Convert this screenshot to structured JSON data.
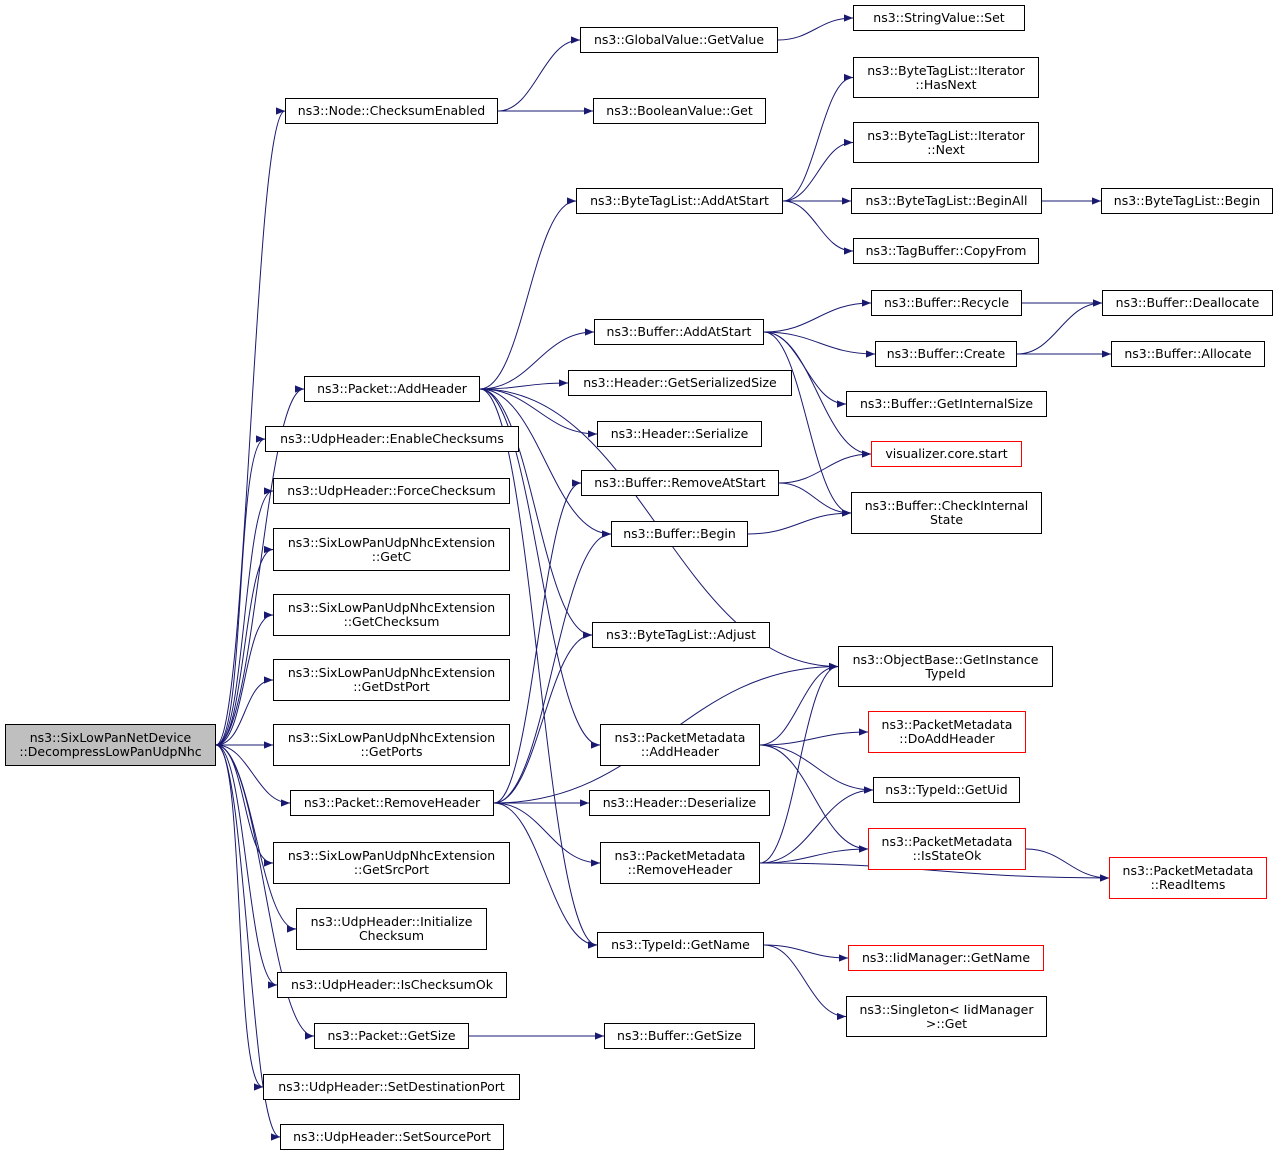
{
  "colors": {
    "edge": "#191970",
    "red_border": "#ff0000",
    "root_fill": "#bfbfbf"
  },
  "nodes": [
    {
      "id": "root",
      "label": "ns3::SixLowPanNetDevice\n::DecompressLowPanUdpNhc",
      "style": "root"
    },
    {
      "id": "checksumEnabled",
      "label": "ns3::Node::ChecksumEnabled"
    },
    {
      "id": "globalGetValue",
      "label": "ns3::GlobalValue::GetValue"
    },
    {
      "id": "stringSet",
      "label": "ns3::StringValue::Set"
    },
    {
      "id": "booleanGet",
      "label": "ns3::BooleanValue::Get"
    },
    {
      "id": "itHasNext",
      "label": "ns3::ByteTagList::Iterator\n::HasNext"
    },
    {
      "id": "itNext",
      "label": "ns3::ByteTagList::Iterator\n::Next"
    },
    {
      "id": "btlAddAtStart",
      "label": "ns3::ByteTagList::AddAtStart"
    },
    {
      "id": "btlBeginAll",
      "label": "ns3::ByteTagList::BeginAll"
    },
    {
      "id": "btlBegin",
      "label": "ns3::ByteTagList::Begin"
    },
    {
      "id": "tagCopyFrom",
      "label": "ns3::TagBuffer::CopyFrom"
    },
    {
      "id": "bufRecycle",
      "label": "ns3::Buffer::Recycle"
    },
    {
      "id": "bufDeallocate",
      "label": "ns3::Buffer::Deallocate"
    },
    {
      "id": "bufAddAtStart",
      "label": "ns3::Buffer::AddAtStart"
    },
    {
      "id": "bufCreate",
      "label": "ns3::Buffer::Create"
    },
    {
      "id": "bufAllocate",
      "label": "ns3::Buffer::Allocate"
    },
    {
      "id": "pktAddHeader",
      "label": "ns3::Packet::AddHeader"
    },
    {
      "id": "hdrGetSerSize",
      "label": "ns3::Header::GetSerializedSize"
    },
    {
      "id": "bufGetInternalSize",
      "label": "ns3::Buffer::GetInternalSize"
    },
    {
      "id": "udpEnableChecksums",
      "label": "ns3::UdpHeader::EnableChecksums"
    },
    {
      "id": "hdrSerialize",
      "label": "ns3::Header::Serialize"
    },
    {
      "id": "vizStart",
      "label": "visualizer.core.start",
      "style": "red"
    },
    {
      "id": "udpForceChecksum",
      "label": "ns3::UdpHeader::ForceChecksum"
    },
    {
      "id": "bufRemoveAtStart",
      "label": "ns3::Buffer::RemoveAtStart"
    },
    {
      "id": "bufCheckInternal",
      "label": "ns3::Buffer::CheckInternal\nState"
    },
    {
      "id": "bufBegin",
      "label": "ns3::Buffer::Begin"
    },
    {
      "id": "extGetC",
      "label": "ns3::SixLowPanUdpNhcExtension\n::GetC"
    },
    {
      "id": "extGetChecksum",
      "label": "ns3::SixLowPanUdpNhcExtension\n::GetChecksum"
    },
    {
      "id": "btlAdjust",
      "label": "ns3::ByteTagList::Adjust"
    },
    {
      "id": "objGetInstanceTypeId",
      "label": "ns3::ObjectBase::GetInstance\nTypeId"
    },
    {
      "id": "extGetDstPort",
      "label": "ns3::SixLowPanUdpNhcExtension\n::GetDstPort"
    },
    {
      "id": "pmAddHeader",
      "label": "ns3::PacketMetadata\n::AddHeader"
    },
    {
      "id": "pmDoAddHeader",
      "label": "ns3::PacketMetadata\n::DoAddHeader",
      "style": "red"
    },
    {
      "id": "extGetPorts",
      "label": "ns3::SixLowPanUdpNhcExtension\n::GetPorts"
    },
    {
      "id": "typeGetUid",
      "label": "ns3::TypeId::GetUid"
    },
    {
      "id": "pktRemoveHeader",
      "label": "ns3::Packet::RemoveHeader"
    },
    {
      "id": "hdrDeserialize",
      "label": "ns3::Header::Deserialize"
    },
    {
      "id": "pmIsStateOk",
      "label": "ns3::PacketMetadata\n::IsStateOk",
      "style": "red"
    },
    {
      "id": "pmRemoveHeader",
      "label": "ns3::PacketMetadata\n::RemoveHeader"
    },
    {
      "id": "pmReadItems",
      "label": "ns3::PacketMetadata\n::ReadItems",
      "style": "red"
    },
    {
      "id": "extGetSrcPort",
      "label": "ns3::SixLowPanUdpNhcExtension\n::GetSrcPort"
    },
    {
      "id": "udpInitChecksum",
      "label": "ns3::UdpHeader::Initialize\nChecksum"
    },
    {
      "id": "typeGetName",
      "label": "ns3::TypeId::GetName"
    },
    {
      "id": "iidGetName",
      "label": "ns3::IidManager::GetName",
      "style": "red"
    },
    {
      "id": "udpIsChecksumOk",
      "label": "ns3::UdpHeader::IsChecksumOk"
    },
    {
      "id": "singletonGet",
      "label": "ns3::Singleton< IidManager\n>::Get"
    },
    {
      "id": "pktGetSize",
      "label": "ns3::Packet::GetSize"
    },
    {
      "id": "bufGetSize",
      "label": "ns3::Buffer::GetSize"
    },
    {
      "id": "udpSetDstPort",
      "label": "ns3::UdpHeader::SetDestinationPort"
    },
    {
      "id": "udpSetSrcPort",
      "label": "ns3::UdpHeader::SetSourcePort"
    }
  ],
  "edges": [
    [
      "root",
      "checksumEnabled"
    ],
    [
      "root",
      "pktAddHeader"
    ],
    [
      "root",
      "udpEnableChecksums"
    ],
    [
      "root",
      "udpForceChecksum"
    ],
    [
      "root",
      "extGetC"
    ],
    [
      "root",
      "extGetChecksum"
    ],
    [
      "root",
      "extGetDstPort"
    ],
    [
      "root",
      "extGetPorts"
    ],
    [
      "root",
      "pktRemoveHeader"
    ],
    [
      "root",
      "extGetSrcPort"
    ],
    [
      "root",
      "udpInitChecksum"
    ],
    [
      "root",
      "udpIsChecksumOk"
    ],
    [
      "root",
      "pktGetSize"
    ],
    [
      "root",
      "udpSetDstPort"
    ],
    [
      "root",
      "udpSetSrcPort"
    ],
    [
      "checksumEnabled",
      "globalGetValue"
    ],
    [
      "checksumEnabled",
      "booleanGet"
    ],
    [
      "globalGetValue",
      "stringSet"
    ],
    [
      "btlAddAtStart",
      "itHasNext"
    ],
    [
      "btlAddAtStart",
      "itNext"
    ],
    [
      "btlAddAtStart",
      "btlBeginAll"
    ],
    [
      "btlAddAtStart",
      "tagCopyFrom"
    ],
    [
      "btlBeginAll",
      "btlBegin"
    ],
    [
      "pktAddHeader",
      "btlAddAtStart"
    ],
    [
      "pktAddHeader",
      "bufAddAtStart"
    ],
    [
      "pktAddHeader",
      "hdrGetSerSize"
    ],
    [
      "pktAddHeader",
      "hdrSerialize"
    ],
    [
      "pktAddHeader",
      "bufBegin"
    ],
    [
      "pktAddHeader",
      "btlAdjust"
    ],
    [
      "pktAddHeader",
      "objGetInstanceTypeId"
    ],
    [
      "pktAddHeader",
      "pmAddHeader"
    ],
    [
      "pktAddHeader",
      "typeGetName"
    ],
    [
      "bufAddAtStart",
      "bufRecycle"
    ],
    [
      "bufAddAtStart",
      "bufCreate"
    ],
    [
      "bufAddAtStart",
      "bufGetInternalSize"
    ],
    [
      "bufAddAtStart",
      "vizStart"
    ],
    [
      "bufAddAtStart",
      "bufCheckInternal"
    ],
    [
      "bufRecycle",
      "bufDeallocate"
    ],
    [
      "bufCreate",
      "bufDeallocate"
    ],
    [
      "bufCreate",
      "bufAllocate"
    ],
    [
      "bufRemoveAtStart",
      "vizStart"
    ],
    [
      "bufRemoveAtStart",
      "bufCheckInternal"
    ],
    [
      "bufBegin",
      "bufCheckInternal"
    ],
    [
      "pmAddHeader",
      "objGetInstanceTypeId"
    ],
    [
      "pmAddHeader",
      "pmDoAddHeader"
    ],
    [
      "pmAddHeader",
      "typeGetUid"
    ],
    [
      "pmAddHeader",
      "pmIsStateOk"
    ],
    [
      "pktRemoveHeader",
      "bufRemoveAtStart"
    ],
    [
      "pktRemoveHeader",
      "bufBegin"
    ],
    [
      "pktRemoveHeader",
      "btlAdjust"
    ],
    [
      "pktRemoveHeader",
      "objGetInstanceTypeId"
    ],
    [
      "pktRemoveHeader",
      "hdrDeserialize"
    ],
    [
      "pktRemoveHeader",
      "pmRemoveHeader"
    ],
    [
      "pktRemoveHeader",
      "typeGetName"
    ],
    [
      "pmRemoveHeader",
      "objGetInstanceTypeId"
    ],
    [
      "pmRemoveHeader",
      "typeGetUid"
    ],
    [
      "pmRemoveHeader",
      "pmIsStateOk"
    ],
    [
      "pmRemoveHeader",
      "pmReadItems"
    ],
    [
      "pmIsStateOk",
      "pmReadItems"
    ],
    [
      "typeGetName",
      "iidGetName"
    ],
    [
      "typeGetName",
      "singletonGet"
    ],
    [
      "pktGetSize",
      "bufGetSize"
    ]
  ]
}
